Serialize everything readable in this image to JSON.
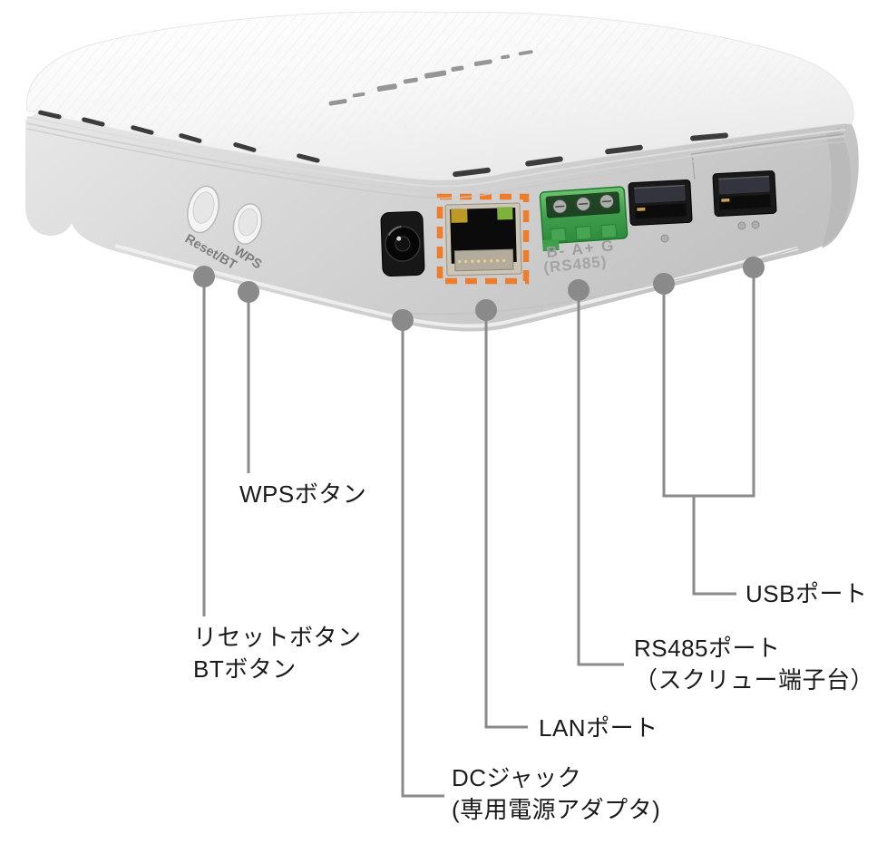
{
  "figure": {
    "type": "hardware-port-callout-diagram",
    "highlight_color": "#ED7D2B",
    "callout_color": "#8a8a8a",
    "label_text_color": "#1b1b1b"
  },
  "device": {
    "button_prints": {
      "reset": "Reset/BT",
      "wps": "WPS"
    },
    "port_prints": {
      "rs485_pins": "B- A+ G",
      "rs485_name": "(RS485)"
    }
  },
  "callouts": {
    "wps": {
      "label": "WPSボタン"
    },
    "reset": {
      "line1": "リセットボタン",
      "line2": "BTボタン"
    },
    "usb": {
      "label": "USBポート"
    },
    "rs485": {
      "line1": "RS485ポート",
      "line2": "（スクリュー端子台）"
    },
    "lan": {
      "label": "LANポート"
    },
    "dc": {
      "line1": "DCジャック",
      "line2": "(専用電源アダプタ)"
    }
  }
}
